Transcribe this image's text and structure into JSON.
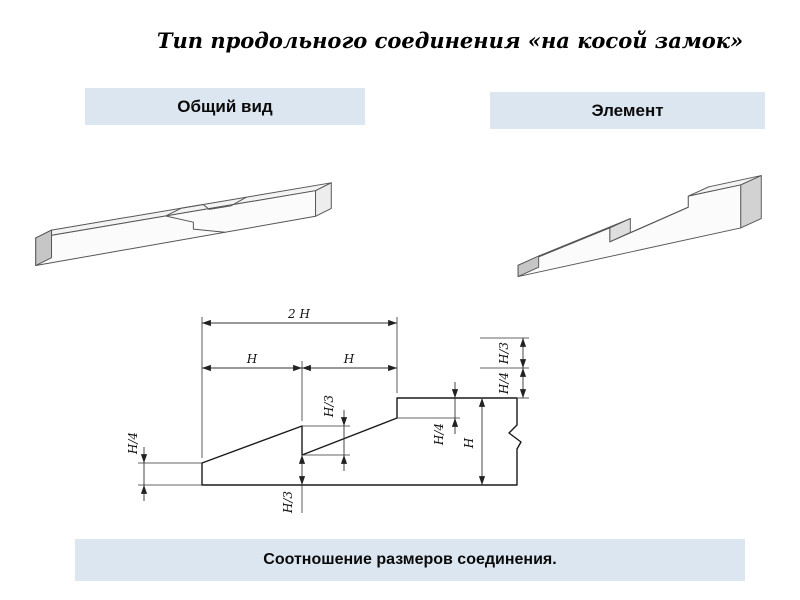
{
  "slide": {
    "title": "Тип продольного соединения «на косой замок»",
    "general_view_label": "Общий вид",
    "element_label": "Элемент",
    "caption": "Соотношение размеров соединения."
  },
  "dimensions": {
    "overall_length": "2 Н",
    "half_left": "Н",
    "half_right": "Н",
    "tip_height": "Н/4",
    "step_height": "Н/3",
    "top_offset": "Н/4",
    "full_height": "Н",
    "bottom_offset": "Н/3",
    "right_upper": "Н/3",
    "right_lower": "Н/4"
  },
  "colors": {
    "panel_bg": "#dce6f1",
    "outline": "#1a1a1a",
    "end_face_shade": "#c6c6c6"
  }
}
